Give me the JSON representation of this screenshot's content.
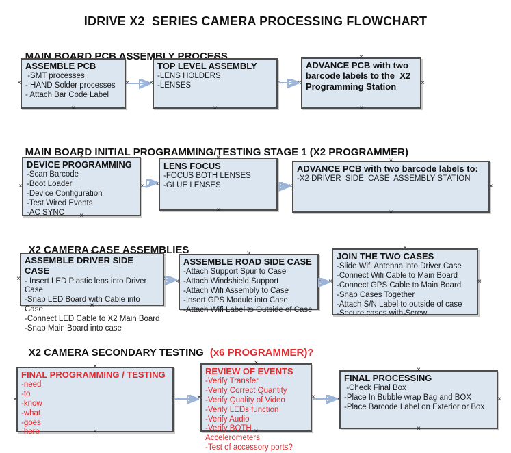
{
  "title": "IDRIVE X2  SERIES CAMERA PROCESSING FLOWCHART",
  "colors": {
    "box_fill": "#dce6f1",
    "box_border": "#4d4d4d",
    "connector_line": "#9cb4d8",
    "connector_arrowhead": "#30549e",
    "red_text": "#e02b2f",
    "black_text": "#121212"
  },
  "sections": [
    {
      "heading": "MAIN BOARD PCB ASSEMBLY PROCESS",
      "boxes": [
        {
          "title": "ASSEMBLE PCB",
          "items": [
            " -SMT processes",
            "- HAND Solder processes",
            "- Attach Bar Code Label"
          ]
        },
        {
          "title": "TOP LEVEL ASSEMBLY",
          "items": [
            "-LENS HOLDERS",
            "-LENSES"
          ]
        },
        {
          "title": "ADVANCE PCB with two barcode labels to the  X2 Programming Station",
          "items": []
        }
      ]
    },
    {
      "heading": "MAIN BOARD INITIAL PROGRAMMING/TESTING STAGE 1 (X2 PROGRAMMER)",
      "boxes": [
        {
          "title": "DEVICE PROGRAMMING",
          "items": [
            "-Scan Barcode",
            "-Boot Loader",
            "-Device Configuration",
            "-Test Wired Events",
            "-AC SYNC"
          ]
        },
        {
          "title": "LENS FOCUS",
          "items": [
            "-FOCUS BOTH LENSES",
            "-GLUE LENSES"
          ]
        },
        {
          "title": "ADVANCE PCB with two barcode labels to:",
          "items": [
            "-X2 DRIVER  SIDE  CASE  ASSEMBLY STATION"
          ]
        }
      ]
    },
    {
      "heading": "X2 CAMERA CASE ASSEMBLIES",
      "boxes": [
        {
          "title": "ASSEMBLE DRIVER SIDE CASE",
          "items": [
            "- Insert LED Plastic lens into Driver Case",
            "-Snap LED Board with Cable into Case",
            "-Connect LED Cable to X2 Main Board",
            "-Snap Main Board into case"
          ]
        },
        {
          "title": "ASSEMBLE ROAD SIDE CASE",
          "items": [
            "-Attach Support Spur to Case",
            "-Attach Windshield Support",
            "-Attach Wifi Assembly to Case",
            "-Insert GPS Module into Case",
            "-Attach Wifi Label to Outside of Case"
          ]
        },
        {
          "title": "JOIN THE TWO CASES",
          "items": [
            "-Slide Wifi Antenna into Driver Case",
            "-Connect Wifi Cable to Main Board",
            "-Connect GPS Cable to Main Board",
            "-Snap Cases Together",
            "-Attach S/N Label to outside of case",
            "-Secure cases with Screw"
          ]
        }
      ]
    },
    {
      "heading": "X2 CAMERA SECONDARY TESTING",
      "heading_red": "(x6 PROGRAMMER)?",
      "boxes": [
        {
          "title": "FINAL PROGRAMMING / TESTING",
          "red": true,
          "items": [
            "-need",
            "-to",
            "-know",
            "-what",
            "-goes",
            "-here"
          ]
        },
        {
          "title": "REVIEW OF EVENTS",
          "red": true,
          "items": [
            "-Verify Transfer",
            "-Verify Correct Quantity",
            "-Verify Quality of Video",
            "-Verify LEDs function",
            "-Verify Audio",
            "-Verify BOTH Accelerometers",
            "-Test of accessory ports?"
          ]
        },
        {
          "title": "FINAL PROCESSING",
          "items": [
            " -Check Final Box",
            "-Place In Bubble wrap Bag and BOX",
            "-Place Barcode Label on Exterior or Box"
          ]
        }
      ]
    }
  ]
}
